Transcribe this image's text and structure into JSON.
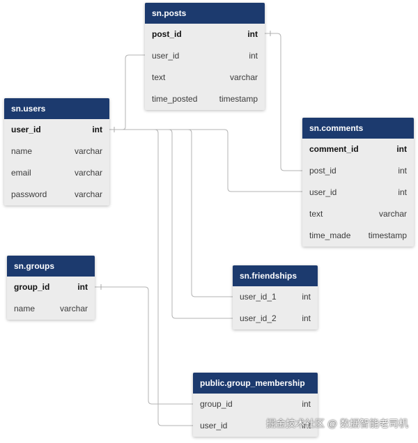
{
  "tables": {
    "sn_posts": {
      "title": "sn.posts",
      "columns": [
        {
          "name": "post_id",
          "type": "int",
          "pk": true
        },
        {
          "name": "user_id",
          "type": "int"
        },
        {
          "name": "text",
          "type": "varchar"
        },
        {
          "name": "time_posted",
          "type": "timestamp"
        }
      ]
    },
    "sn_users": {
      "title": "sn.users",
      "columns": [
        {
          "name": "user_id",
          "type": "int",
          "pk": true
        },
        {
          "name": "name",
          "type": "varchar"
        },
        {
          "name": "email",
          "type": "varchar"
        },
        {
          "name": "password",
          "type": "varchar"
        }
      ]
    },
    "sn_comments": {
      "title": "sn.comments",
      "columns": [
        {
          "name": "comment_id",
          "type": "int",
          "pk": true
        },
        {
          "name": "post_id",
          "type": "int"
        },
        {
          "name": "user_id",
          "type": "int"
        },
        {
          "name": "text",
          "type": "varchar"
        },
        {
          "name": "time_made",
          "type": "timestamp"
        }
      ]
    },
    "sn_groups": {
      "title": "sn.groups",
      "columns": [
        {
          "name": "group_id",
          "type": "int",
          "pk": true
        },
        {
          "name": "name",
          "type": "varchar"
        }
      ]
    },
    "sn_friendships": {
      "title": "sn.friendships",
      "columns": [
        {
          "name": "user_id_1",
          "type": "int"
        },
        {
          "name": "user_id_2",
          "type": "int"
        }
      ]
    },
    "group_membership": {
      "title": "public.group_membership",
      "columns": [
        {
          "name": "group_id",
          "type": "int"
        },
        {
          "name": "user_id",
          "type": "int"
        }
      ]
    }
  },
  "watermark": "掘金技术社区 @ 数据智能老司机",
  "colors": {
    "header": "#1c3a6e",
    "body": "#ececec",
    "connector": "#b3b3b3"
  }
}
